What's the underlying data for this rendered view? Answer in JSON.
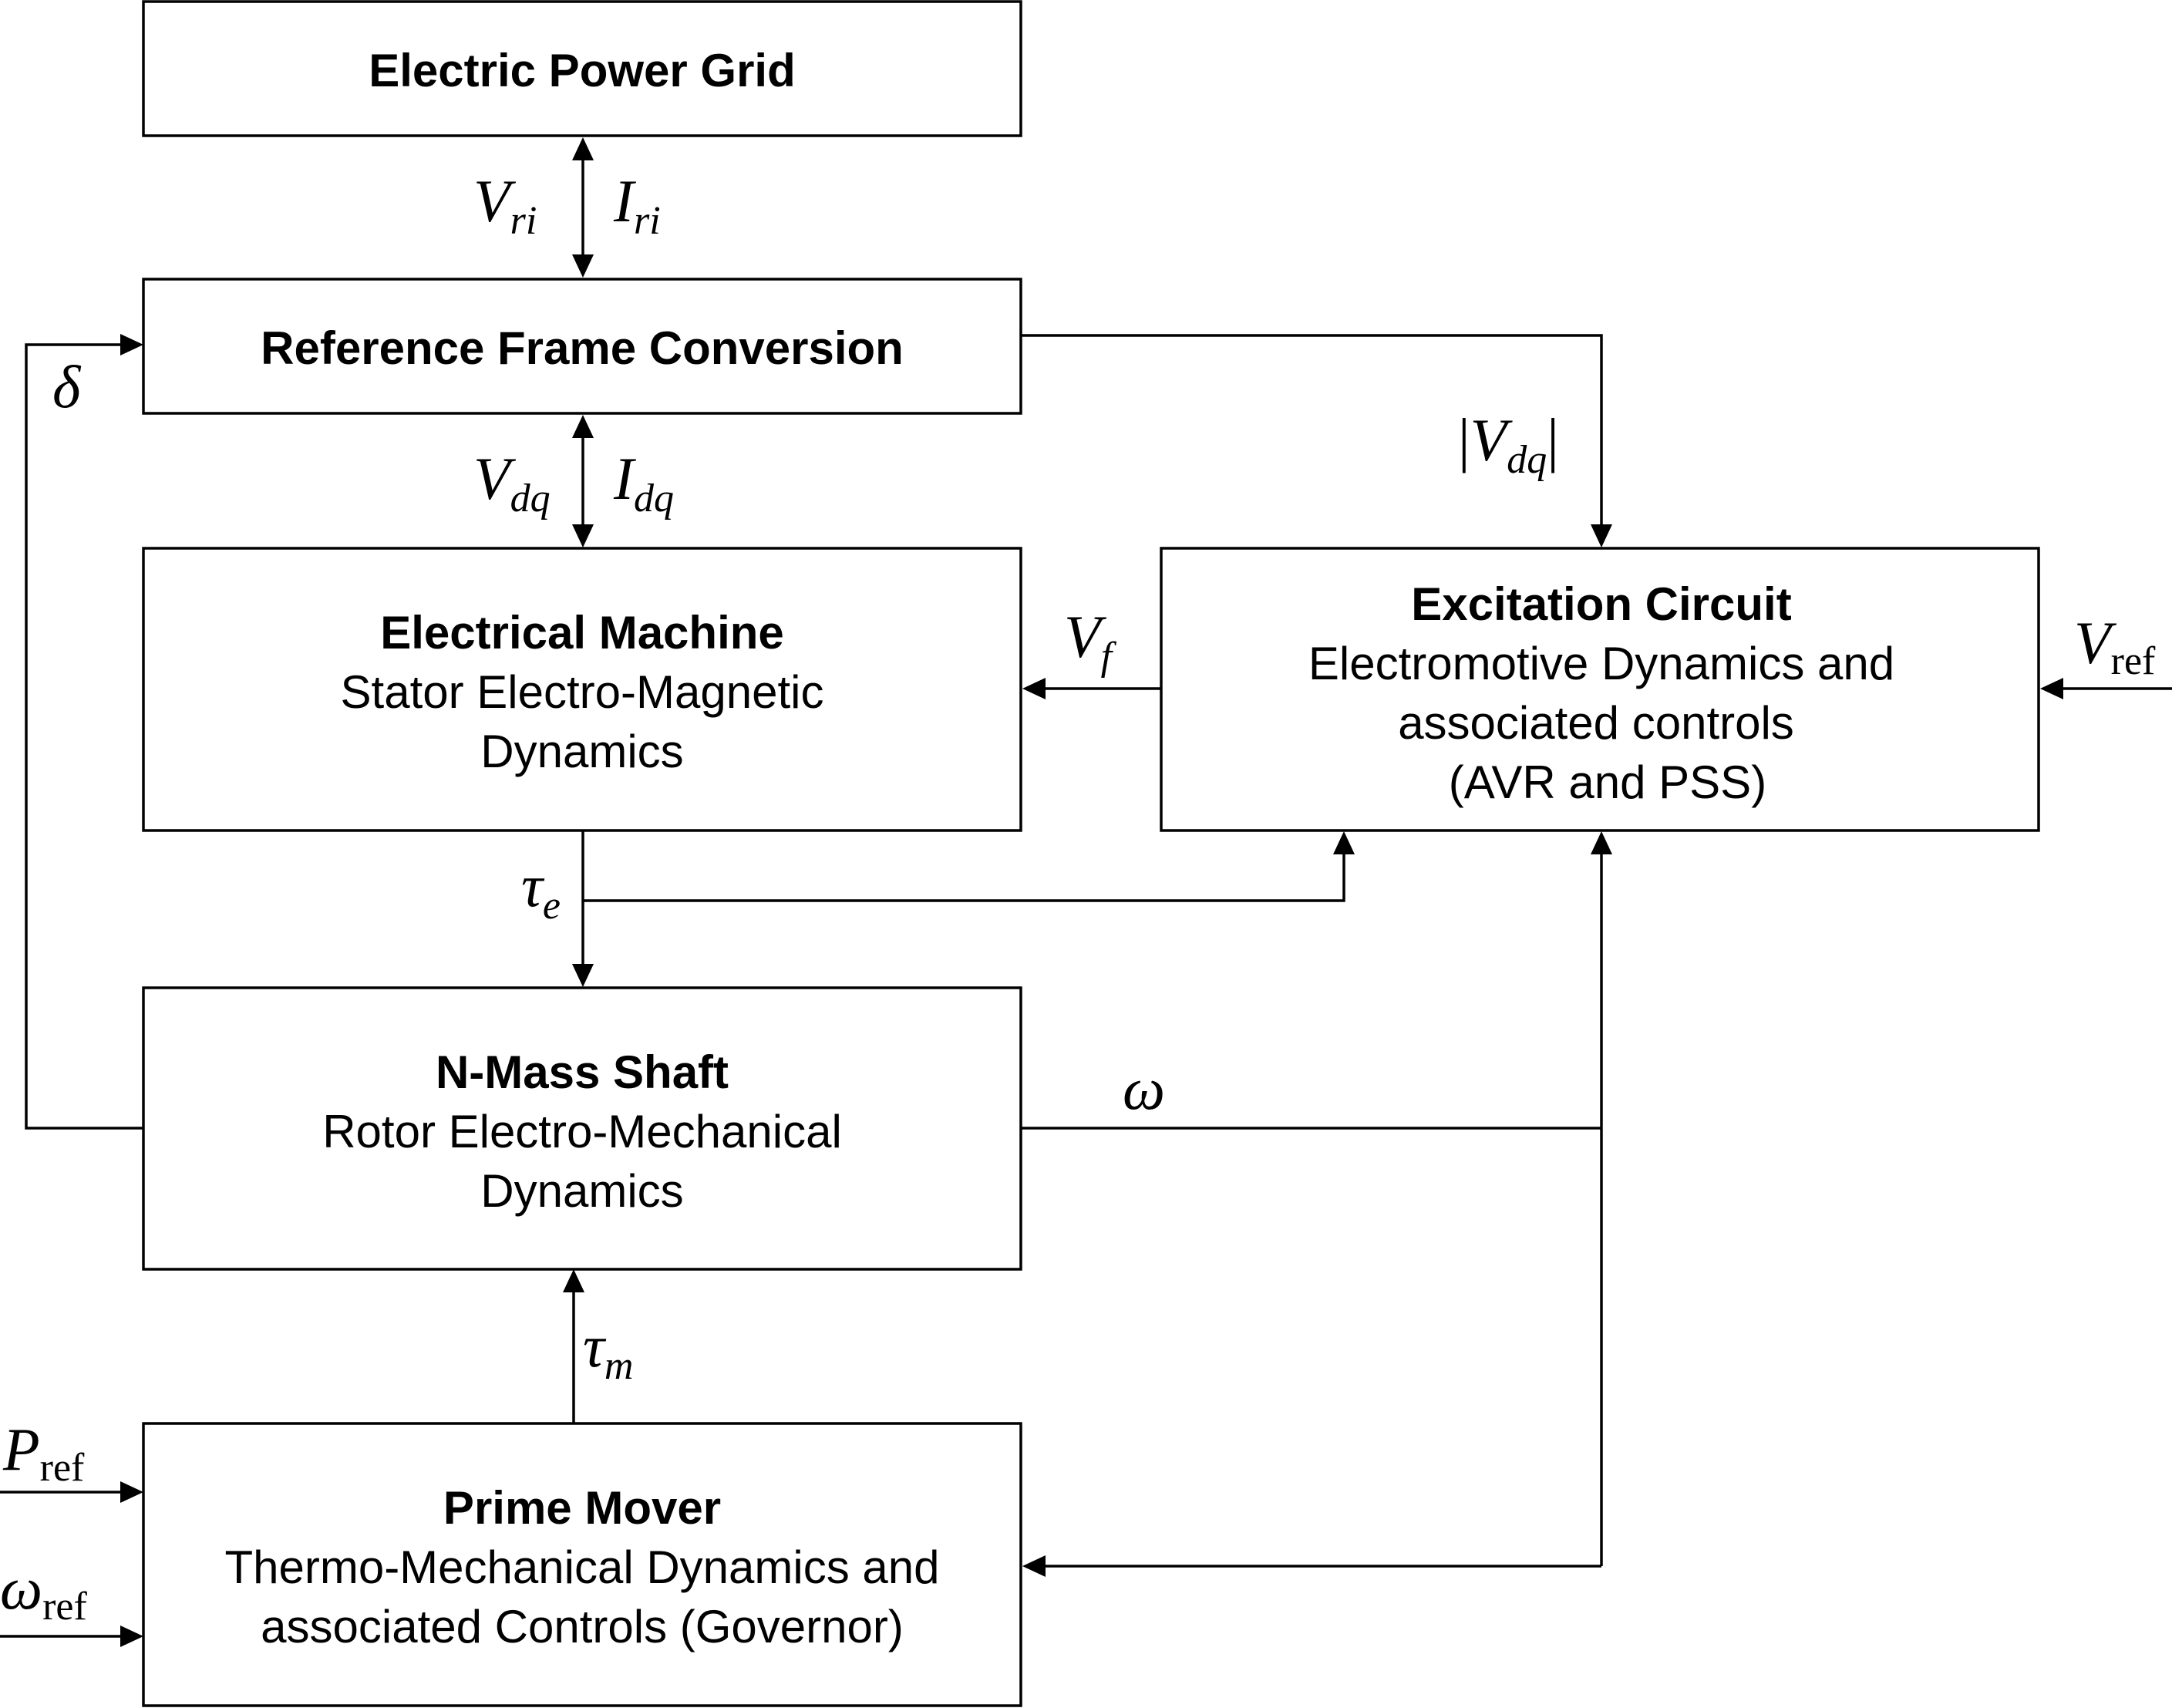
{
  "blocks": {
    "grid": {
      "title": "Electric Power Grid"
    },
    "refframe": {
      "title": "Reference Frame Conversion"
    },
    "machine": {
      "title": "Electrical Machine",
      "line1": "Stator Electro-Magnetic",
      "line2": "Dynamics"
    },
    "excitation": {
      "title": "Excitation Circuit",
      "line1": "Electromotive Dynamics and",
      "line2": "associated controls",
      "line3": "(AVR and PSS)"
    },
    "shaft": {
      "title": "N-Mass Shaft",
      "line1": "Rotor Electro-Mechanical",
      "line2": "Dynamics"
    },
    "primemover": {
      "title": "Prime Mover",
      "line1": "Thermo-Mechanical Dynamics and",
      "line2": "associated Controls (Governor)"
    }
  },
  "signals": {
    "v_ri": {
      "base": "V",
      "sub": "ri"
    },
    "i_ri": {
      "base": "I",
      "sub": "ri"
    },
    "v_dq": {
      "base": "V",
      "sub": "dq"
    },
    "i_dq": {
      "base": "I",
      "sub": "dq"
    },
    "abs_v_dq": {
      "bar": "|",
      "base": "V",
      "sub": "dq"
    },
    "delta": {
      "base": "δ"
    },
    "v_f": {
      "base": "V",
      "sub": "f"
    },
    "v_ref": {
      "base": "V",
      "sub": "ref"
    },
    "tau_e": {
      "base": "τ",
      "sub": "e"
    },
    "omega": {
      "base": "ω"
    },
    "tau_m": {
      "base": "τ",
      "sub": "m"
    },
    "p_ref": {
      "base": "P",
      "sub": "ref"
    },
    "omega_ref": {
      "base": "ω",
      "sub": "ref"
    }
  }
}
